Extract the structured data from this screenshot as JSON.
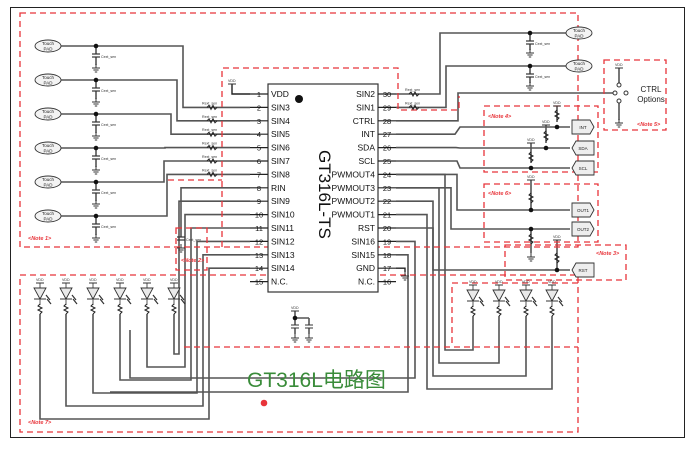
{
  "diagram": {
    "title": "GT316L电路图",
    "chip": {
      "name": "GT316L-TS",
      "left_pins": [
        {
          "num": "1",
          "name": "VDD"
        },
        {
          "num": "2",
          "name": "SIN3"
        },
        {
          "num": "3",
          "name": "SIN4"
        },
        {
          "num": "4",
          "name": "SIN5"
        },
        {
          "num": "5",
          "name": "SIN6"
        },
        {
          "num": "6",
          "name": "SIN7"
        },
        {
          "num": "7",
          "name": "SIN8"
        },
        {
          "num": "8",
          "name": "RIN"
        },
        {
          "num": "9",
          "name": "SIN9"
        },
        {
          "num": "10",
          "name": "SIN10"
        },
        {
          "num": "11",
          "name": "SIN11"
        },
        {
          "num": "12",
          "name": "SIN12"
        },
        {
          "num": "13",
          "name": "SIN13"
        },
        {
          "num": "14",
          "name": "SIN14"
        },
        {
          "num": "15",
          "name": "N.C."
        }
      ],
      "right_pins": [
        {
          "num": "30",
          "name": "SIN2"
        },
        {
          "num": "29",
          "name": "SIN1"
        },
        {
          "num": "28",
          "name": "CTRL"
        },
        {
          "num": "27",
          "name": "INT"
        },
        {
          "num": "26",
          "name": "SDA"
        },
        {
          "num": "25",
          "name": "SCL"
        },
        {
          "num": "24",
          "name": "PWMOUT4"
        },
        {
          "num": "23",
          "name": "PWMOUT3"
        },
        {
          "num": "22",
          "name": "PWMOUT2"
        },
        {
          "num": "21",
          "name": "PWMOUT1"
        },
        {
          "num": "20",
          "name": "RST"
        },
        {
          "num": "19",
          "name": "SIN16"
        },
        {
          "num": "18",
          "name": "SIN15"
        },
        {
          "num": "17",
          "name": "GND"
        },
        {
          "num": "16",
          "name": "N.C."
        }
      ]
    },
    "touch_pad_label": [
      "Touch",
      "PAD"
    ],
    "cap_label": "Cext_sen",
    "res_label": "Rext_sen",
    "vdd_label": "VDD",
    "ctrl_options": [
      "CTRL",
      "Options"
    ],
    "connectors": [
      "INT",
      "SDA",
      "SCL",
      "OUT1",
      "OUT2",
      "RST"
    ],
    "notes": [
      "<Note 1>",
      "<Note 2>",
      "<Note 3>",
      "<Note 4>",
      "<Note 5>",
      "<Note 6>",
      "<Note 7>"
    ],
    "colors": {
      "note": "#e8343a",
      "title": "#3a8c3a",
      "dot": "#e8343a"
    }
  }
}
